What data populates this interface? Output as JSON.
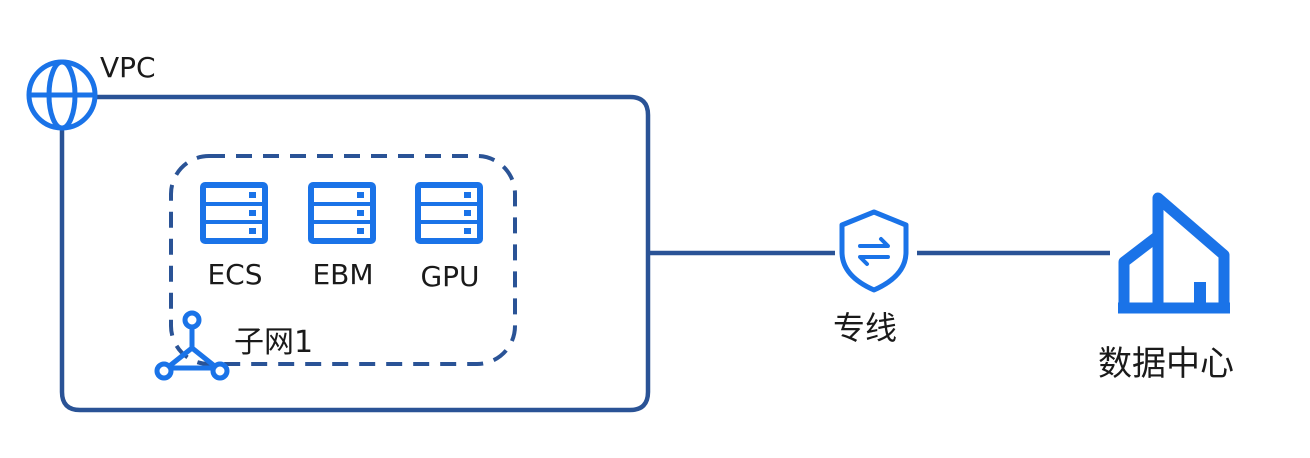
{
  "vpc": {
    "label": "VPC"
  },
  "subnet": {
    "label": "子网1",
    "servers": [
      {
        "label": "ECS"
      },
      {
        "label": "EBM"
      },
      {
        "label": "GPU"
      }
    ]
  },
  "connection": {
    "label": "专线"
  },
  "datacenter": {
    "label": "数据中心"
  },
  "colors": {
    "frame": "#2a5396",
    "icon": "#1a73e8"
  },
  "icons": [
    "globe-icon",
    "server-icon",
    "network-topology-icon",
    "shield-exchange-icon",
    "building-icon"
  ]
}
